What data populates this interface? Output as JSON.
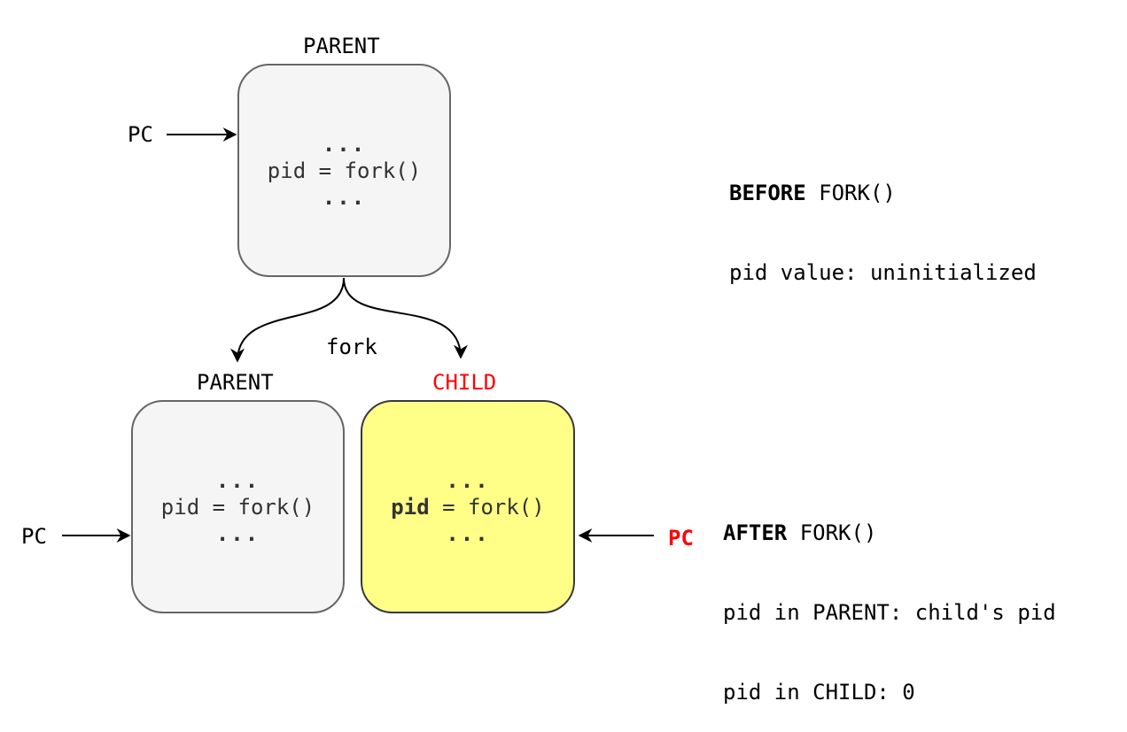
{
  "top": {
    "title": "PARENT",
    "line1": "...",
    "line2": "pid = fork()",
    "line3": "...",
    "pc": "PC"
  },
  "fork_label": "fork",
  "bottom_parent": {
    "title": "PARENT",
    "line1": "...",
    "line2": "pid = fork()",
    "line3": "...",
    "pc": "PC"
  },
  "bottom_child": {
    "title": "CHILD",
    "line1": "...",
    "line2_bold": "pid",
    "line2_rest": " = fork()",
    "line3": "...",
    "pc": "PC"
  },
  "before": {
    "heading_bold": "BEFORE",
    "heading_rest": " FORK()",
    "line": "pid value: uninitialized"
  },
  "after": {
    "heading_bold": "AFTER",
    "heading_rest": " FORK()",
    "line1": "pid in PARENT: child's pid",
    "line2": "pid in CHILD: 0"
  },
  "colors": {
    "child_fill": "#ffff88",
    "parent_fill": "#f5f5f5",
    "highlight": "#ff0000"
  }
}
